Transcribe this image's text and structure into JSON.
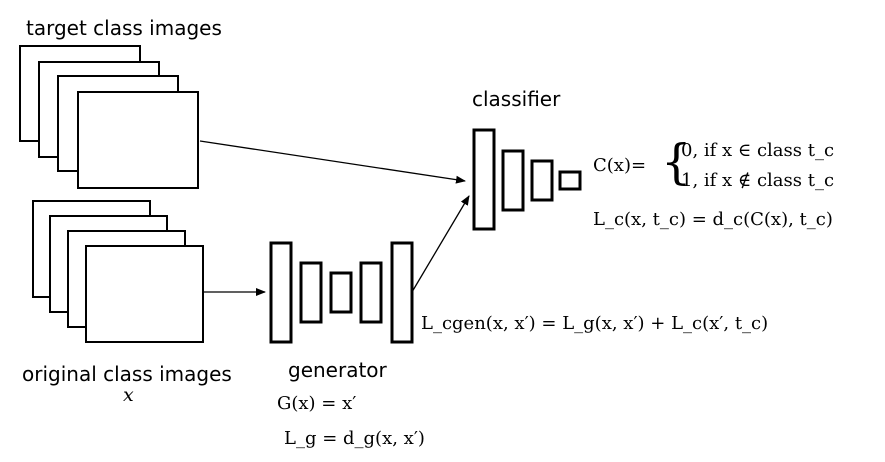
{
  "labels": {
    "target_images": "target class images",
    "original_images": "original class images",
    "original_var": "x",
    "classifier": "classifier",
    "generator": "generator"
  },
  "equations": {
    "g_def": "G(x) = x′",
    "lg_def": "L_g = d_g(x, x′)",
    "cgen_loss": "L_cgen(x, x′) = L_g(x, x′) + L_c(x′, t_c)",
    "c_def_lhs": "C(x)=",
    "c_case_0": "0,   if x ∈ class t_c",
    "c_case_1": "1,   if x ∉ class t_c",
    "lc_def": "L_c(x, t_c) = d_c(C(x), t_c)"
  },
  "colors": {
    "stroke": "#000000",
    "background": "#ffffff"
  }
}
